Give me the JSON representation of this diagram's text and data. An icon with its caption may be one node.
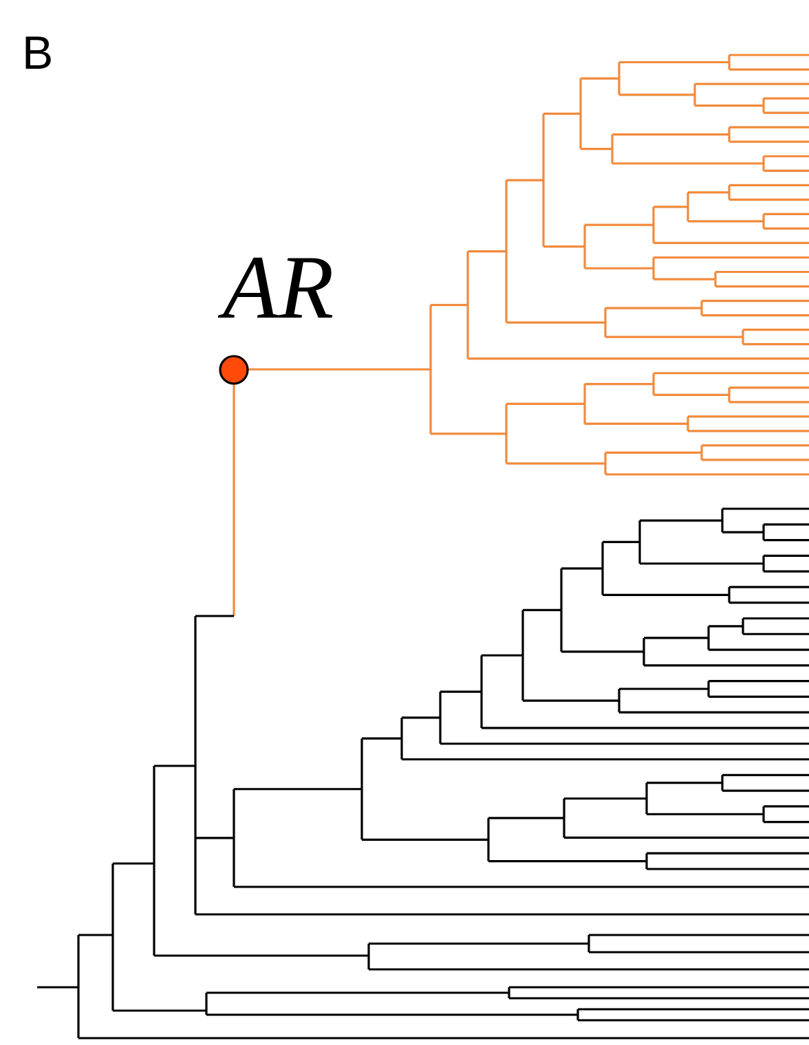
{
  "diagram": {
    "nodes": [
      {
        "text": [],
        "shape": "circle",
        "beside": [
          "AR"
        ]
      }
    ],
    "labels": [
      "B"
    ]
  }
}
